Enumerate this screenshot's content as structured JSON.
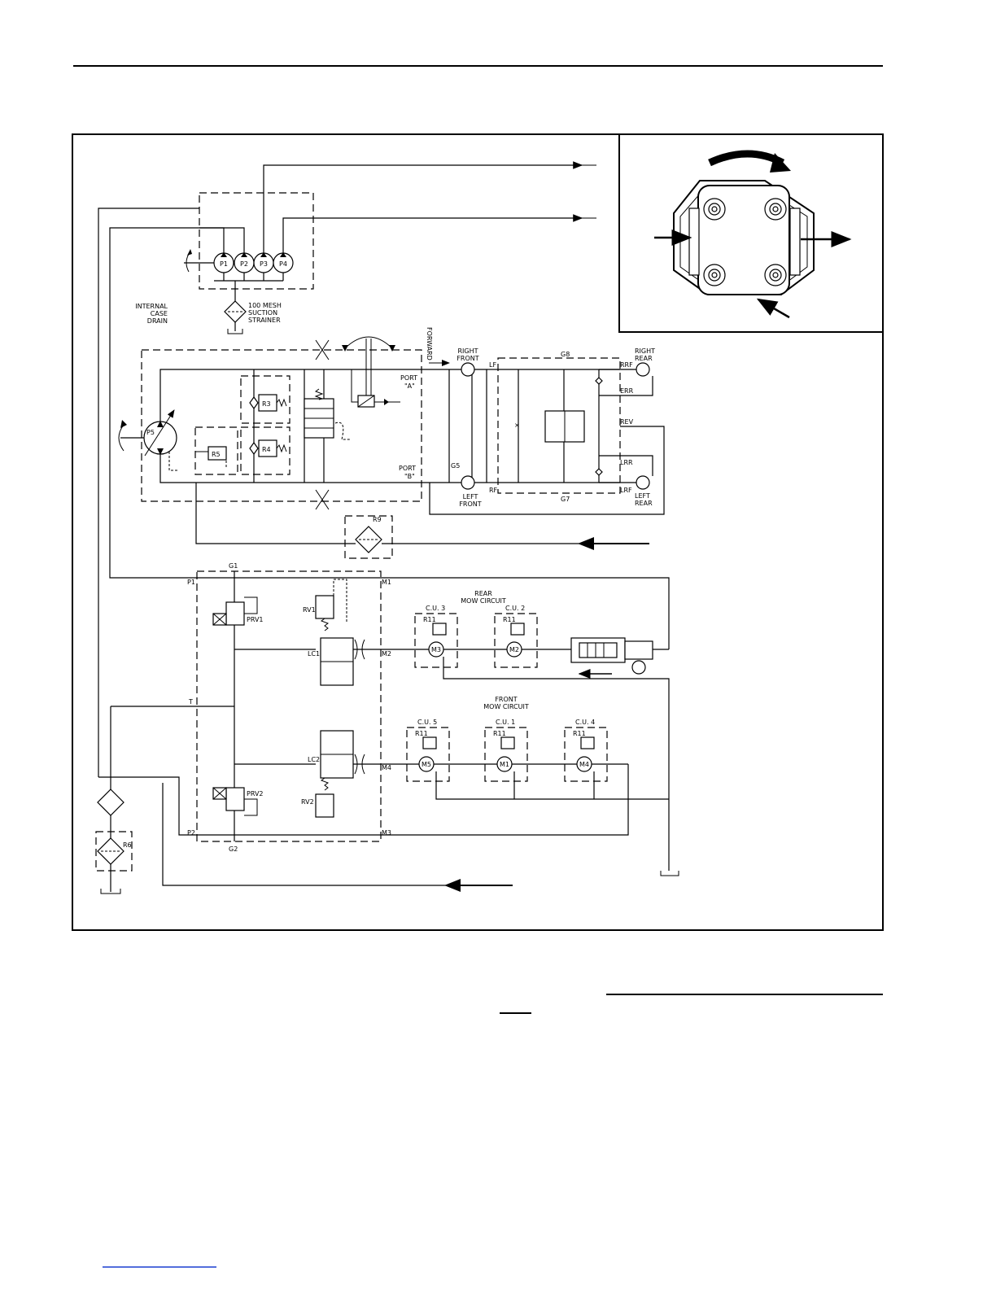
{
  "pumps": {
    "p1": "P1",
    "p2": "P2",
    "p3": "P3",
    "p4": "P4",
    "p5": "P5"
  },
  "labels": {
    "internal_case_drain": [
      "INTERNAL",
      "CASE",
      "DRAIN"
    ],
    "strainer": [
      "100 MESH",
      "SUCTION",
      "STRAINER"
    ],
    "forward": "FORWARD",
    "port_a": [
      "PORT",
      "\"A\""
    ],
    "port_b": [
      "PORT",
      "\"B\""
    ],
    "right_front": [
      "RIGHT",
      "FRONT"
    ],
    "left_front": [
      "LEFT",
      "FRONT"
    ],
    "right_rear": [
      "RIGHT",
      "REAR"
    ],
    "left_rear": [
      "LEFT",
      "REAR"
    ],
    "rear_mow": [
      "REAR",
      "MOW CIRCUIT"
    ],
    "front_mow": [
      "FRONT",
      "MOW CIRCUIT"
    ]
  },
  "valves": {
    "r3": "R3",
    "r4": "R4",
    "r5": "R5",
    "r6": "R6",
    "r9": "R9",
    "rv1": "RV1",
    "rv2": "RV2",
    "lc1": "LC1",
    "lc2": "LC2",
    "prv1": "PRV1",
    "prv2": "PRV2",
    "r11": "R11"
  },
  "ports": {
    "g1": "G1",
    "g2": "G2",
    "g5": "G5",
    "g7": "G7",
    "g8": "G8",
    "p1": "P1",
    "p2": "P2",
    "t": "T",
    "m1": "M1",
    "m2": "M2",
    "m3": "M3",
    "m4": "M4",
    "lf": "LF",
    "rf": "RF",
    "rrf": "RRF",
    "err": "ERR",
    "rev": "REV",
    "lrr": "LRR",
    "lrf": "LRF"
  },
  "cutting_units": {
    "cu1": "C.U. 1",
    "cu2": "C.U. 2",
    "cu3": "C.U. 3",
    "cu4": "C.U. 4",
    "cu5": "C.U. 5"
  },
  "motors": {
    "m1": "M1",
    "m2": "M2",
    "m3": "M3",
    "m4": "M4",
    "m5": "M5"
  }
}
